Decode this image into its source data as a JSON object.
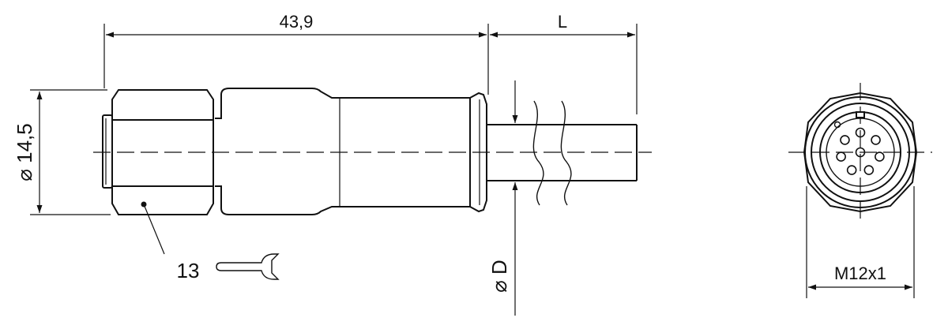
{
  "drawing": {
    "dimensions": {
      "overall_length": "43,9",
      "cable_length": "L",
      "body_diameter": "⌀ 14,5",
      "cable_diameter": "⌀ D",
      "thread": "M12x1"
    },
    "callout": {
      "number": "13"
    },
    "icons": {
      "wrench": "wrench-icon"
    },
    "connector": {
      "pin_count": 8
    }
  }
}
